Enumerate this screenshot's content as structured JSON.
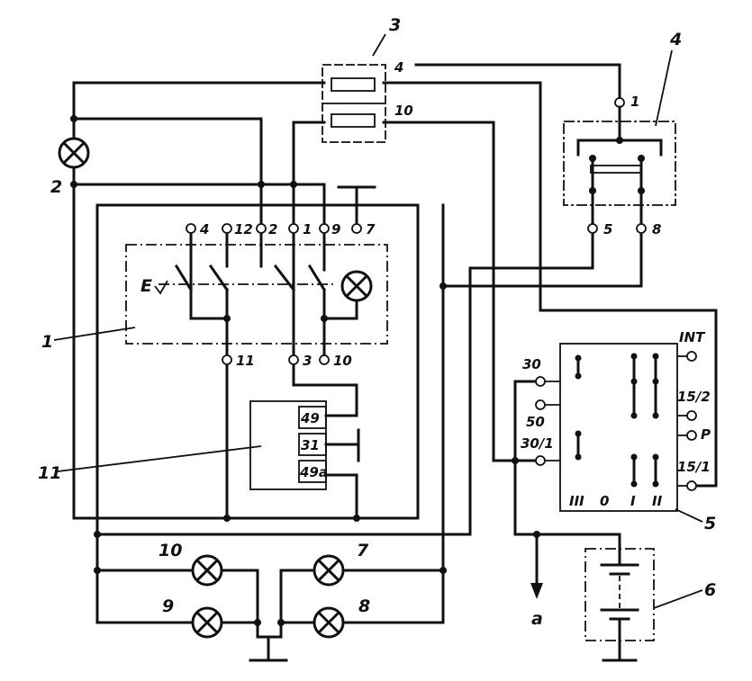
{
  "callouts": {
    "switch_unit": "1",
    "indicator_lamp": "2",
    "fuse_block": "3",
    "relay": "4",
    "ignition_switch": "5",
    "battery": "6",
    "lamp_7": "7",
    "lamp_8": "8",
    "lamp_9": "9",
    "lamp_10": "10",
    "flasher_relay": "11",
    "output_arrow": "a"
  },
  "fuse_terminals": [
    "4",
    "10"
  ],
  "switch_unit_terminals_top": [
    "4",
    "12",
    "2",
    "1",
    "9",
    "7"
  ],
  "switch_unit_terminals_bottom": [
    "11",
    "3",
    "10"
  ],
  "switch_handle_label": "E",
  "flasher_terminals": [
    "49",
    "31",
    "49a"
  ],
  "relay_terminals": [
    "1",
    "5",
    "8"
  ],
  "ignition_terminals_left": [
    "30",
    "50",
    "30/1"
  ],
  "ignition_terminals_right": [
    "INT",
    "15/2",
    "P",
    "15/1"
  ],
  "ignition_positions": [
    "III",
    "0",
    "I",
    "II"
  ]
}
